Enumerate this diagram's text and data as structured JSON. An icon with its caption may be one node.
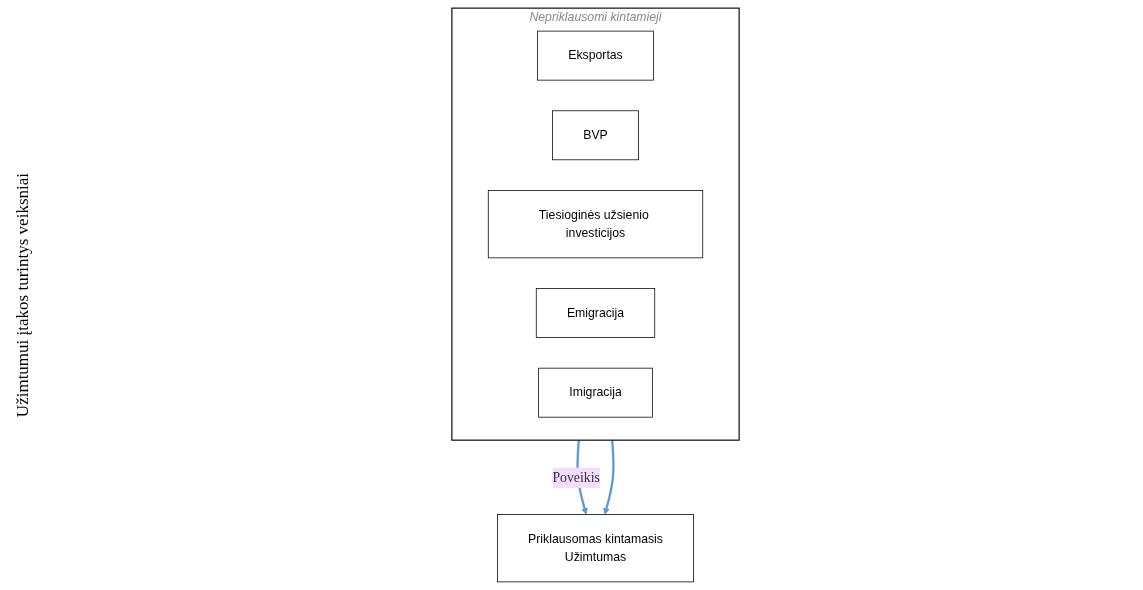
{
  "diagram": {
    "nodes": [
      {
        "text": [
          "Nepriklausomi kintamieji"
        ]
      },
      {
        "text": [
          "Eksportas"
        ],
        "in": 0
      },
      {
        "text": [
          "BVP"
        ],
        "in": 0
      },
      {
        "text": [
          "Tiesioginės užsienio investicijos"
        ],
        "in": 0
      },
      {
        "text": [
          "Emigracija"
        ],
        "in": 0
      },
      {
        "text": [
          "Imigracija"
        ],
        "in": 0
      },
      {
        "text": [
          "Priklausomas kintamasis",
          "Užimtumas"
        ]
      }
    ],
    "edges": [
      {
        "from": 0,
        "to": 6,
        "arrow": "to",
        "label": "Poveikis",
        "color": "#5b9bd5"
      },
      {
        "from": 0,
        "to": 6,
        "arrow": "to",
        "color": "#5b9bd5"
      }
    ],
    "labels": [
      "Užimtumui įtakos turintys veiksniai"
    ]
  }
}
